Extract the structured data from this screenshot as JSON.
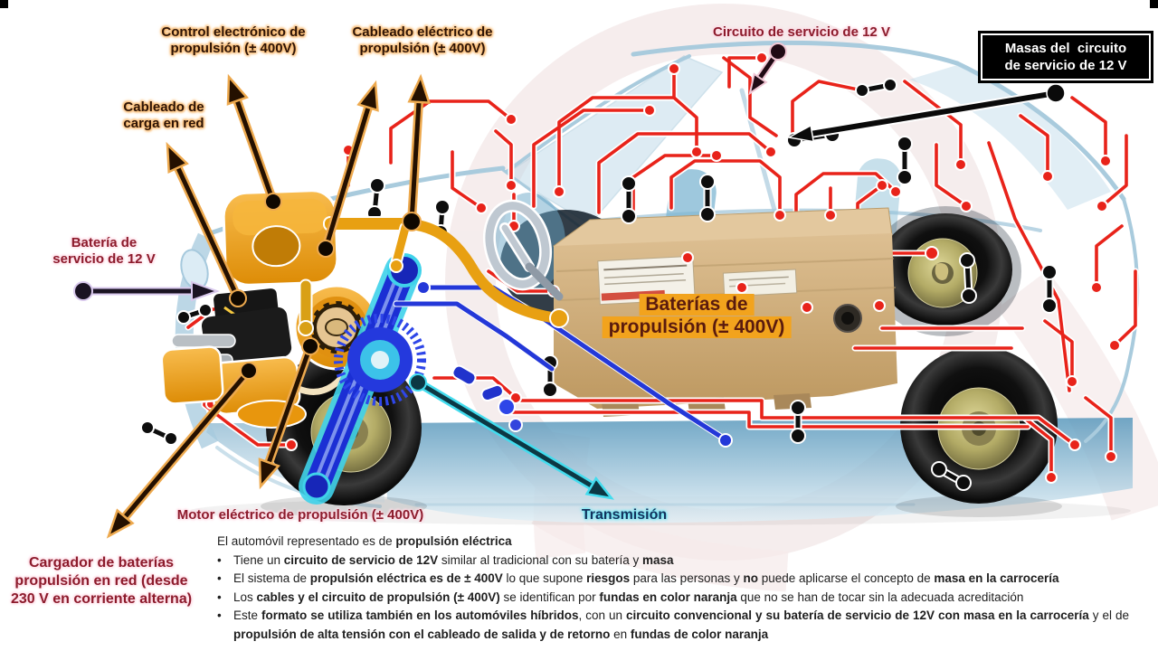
{
  "slide": {
    "type": "technical-diagram",
    "language": "es",
    "topic": "propulsion electrica del automovil"
  },
  "colors": {
    "wire_12v_red": "#e8231a",
    "cable_400v_orange": "#f0a01e",
    "transmission_blue": "#2438d8",
    "transmission_cyan": "#43dcee",
    "battery_tan": "#cfab74",
    "label_glow_orange": "#f8bd77",
    "label_dark_red": "#8c1b2c",
    "label_navy": "#12315c",
    "masas_bg": "#000000",
    "masas_text": "#ffffff",
    "car_body_blue": "#aacbdd"
  },
  "labels": {
    "control_electronico": {
      "lines": [
        "Control electrónico de",
        "propulsión (± 400V)"
      ]
    },
    "cableado_electrico": {
      "lines": [
        "Cableado eléctrico de",
        "propulsión (± 400V)"
      ]
    },
    "cableado_carga": {
      "lines": [
        "Cableado de",
        "carga en red"
      ]
    },
    "bateria_servicio": {
      "lines": [
        "Batería de",
        "servicio de 12 V"
      ]
    },
    "cargador_baterias": {
      "lines": [
        "Cargador de baterías",
        "propulsión en red (desde",
        "230 V en corriente alterna)"
      ]
    },
    "motor_electrico": {
      "lines": [
        "Motor eléctrico de propulsión (± 400V)"
      ]
    },
    "transmision": {
      "lines": [
        "Transmisión"
      ]
    },
    "circuito_servicio": {
      "lines": [
        "Circuito de servicio de 12 V"
      ]
    },
    "masas_circuito": {
      "lines": [
        "Masas del  circuito",
        "de servicio de 12 V"
      ]
    },
    "baterias_propulsion": {
      "line1": "Baterías de",
      "line2": "propulsión (± 400V)"
    }
  },
  "notes": {
    "bullet_marker": "•",
    "intro": [
      {
        "t": "El automóvil representado es de ",
        "b": false
      },
      {
        "t": "propulsión eléctrica",
        "b": true
      }
    ],
    "bullets": [
      [
        {
          "t": "Tiene un ",
          "b": false
        },
        {
          "t": "circuito de servicio de 12V",
          "b": true
        },
        {
          "t": " similar al tradicional con su batería y ",
          "b": false
        },
        {
          "t": "masa",
          "b": true
        }
      ],
      [
        {
          "t": "El sistema de ",
          "b": false
        },
        {
          "t": "propulsión eléctrica es de ± 400V",
          "b": true
        },
        {
          "t": " lo que supone ",
          "b": false
        },
        {
          "t": "riesgos",
          "b": true
        },
        {
          "t": " para las personas y ",
          "b": false
        },
        {
          "t": "no",
          "b": true
        },
        {
          "t": " puede aplicarse el concepto de ",
          "b": false
        },
        {
          "t": "masa en la carrocería",
          "b": true
        }
      ],
      [
        {
          "t": "Los ",
          "b": false
        },
        {
          "t": "cables y el circuito de propulsión (± 400V)",
          "b": true
        },
        {
          "t": " se identifican por ",
          "b": false
        },
        {
          "t": "fundas en color naranja",
          "b": true
        },
        {
          "t": " que no se han de tocar sin la adecuada acreditación",
          "b": false
        }
      ],
      [
        {
          "t": "Este ",
          "b": false
        },
        {
          "t": "formato se utiliza también en los automóviles híbridos",
          "b": true
        },
        {
          "t": ", con un ",
          "b": false
        },
        {
          "t": "circuito convencional y su batería de servicio de 12V con masa en la carrocería",
          "b": true
        },
        {
          "t": " y el de ",
          "b": false
        },
        {
          "t": "propulsión de alta tensión con el cableado de salida y de retorno",
          "b": true
        },
        {
          "t": " en ",
          "b": false
        },
        {
          "t": "fundas de color naranja",
          "b": true
        }
      ]
    ]
  }
}
